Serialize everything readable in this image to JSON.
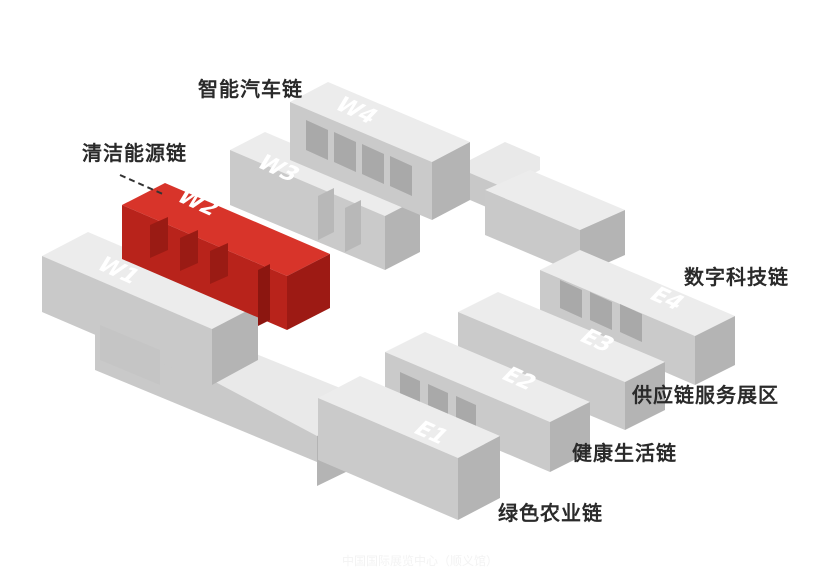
{
  "halls": [
    {
      "id": "W1",
      "label": "W1",
      "highlighted": false
    },
    {
      "id": "W2",
      "label": "W2",
      "highlighted": true
    },
    {
      "id": "W3",
      "label": "W3",
      "highlighted": false
    },
    {
      "id": "W4",
      "label": "W4",
      "highlighted": false
    },
    {
      "id": "E1",
      "label": "E1",
      "highlighted": false
    },
    {
      "id": "E2",
      "label": "E2",
      "highlighted": false
    },
    {
      "id": "E3",
      "label": "E3",
      "highlighted": false
    },
    {
      "id": "E4",
      "label": "E4",
      "highlighted": false
    }
  ],
  "zones": {
    "smart_car": "智能汽车链",
    "clean_energy": "清洁能源链",
    "digital_tech": "数字科技链",
    "supply_chain_service": "供应链服务展区",
    "healthy_life": "健康生活链",
    "green_agri": "绿色农业链"
  },
  "footer": "中国国际展览中心（顺义馆）",
  "colors": {
    "hall_top": "#ececec",
    "hall_left": "#c9c9c9",
    "hall_right": "#b4b4b4",
    "highlight_top": "#d8342a",
    "highlight_left": "#b8231b",
    "highlight_right": "#9d1a14",
    "label_on_gray": "#ffffff",
    "label_on_red": "#ffffff"
  }
}
